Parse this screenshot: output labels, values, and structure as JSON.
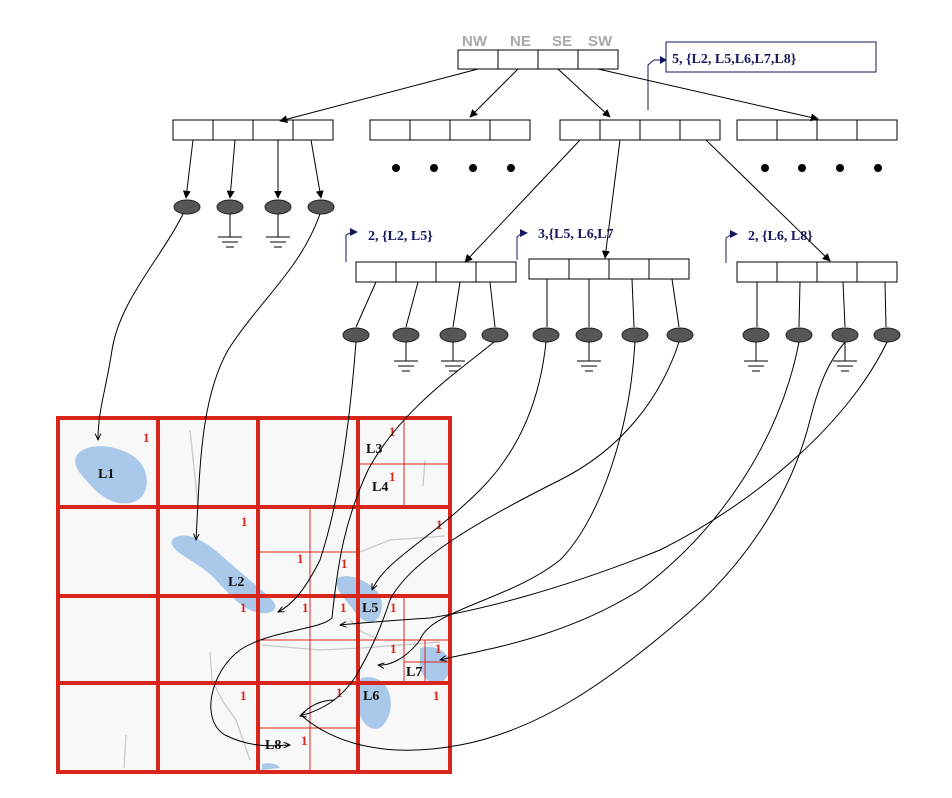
{
  "quadrant_labels": [
    "NW",
    "NE",
    "SE",
    "SW"
  ],
  "annotations": {
    "root": "5, {L2, L5,L6,L7,L8}",
    "node_a": "2, {L2, L5}",
    "node_b": "3,{L5, L6,L7",
    "node_c": "2, {L6, L8}"
  },
  "leaf_labels": [
    "L1",
    "L2",
    "L3",
    "L4",
    "L5",
    "L6",
    "L7",
    "L8"
  ],
  "cell_count": "1",
  "colors": {
    "grid": "#d9261c",
    "count": "#d22a1f",
    "annotation": "#15185c",
    "lake": "#a9c8ea",
    "node": "#565656",
    "quadrant_label": "#a9a9a9"
  }
}
